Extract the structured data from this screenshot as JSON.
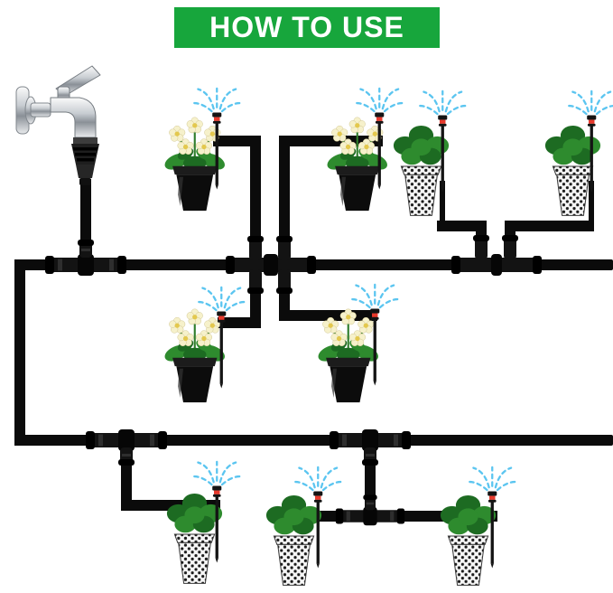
{
  "header": {
    "title": "HOW TO USE"
  },
  "colors": {
    "banner": "#17a63c",
    "background": "#ffffff",
    "tube": "#0b0b0b",
    "connector": "#131313",
    "spray": "#5bc5f0",
    "nozzle": "#e7392c",
    "leaf": "#2e8b2e",
    "leaf_dark": "#1d6b22",
    "flower": "#f6f1cb",
    "flower_center": "#e3c84e",
    "pot_black": "#0c0c0c",
    "pot_white": "#f7f7f7"
  },
  "icons": {
    "faucet-icon": "chrome wall tap with black hose adapter",
    "tee-connector-icon": "black barbed tee fitting",
    "cross-connector-icon": "black four-way barbed fitting",
    "dual-tee-connector-icon": "black double-outlet barbed fitting",
    "sprinkler-stake-icon": "drip irrigation misting nozzle on stake",
    "water-spray-icon": "blue dashed mist arcs",
    "flower-pot-icon": "cream flowers in black pot",
    "green-plant-pot-icon": "green plant in dotted white pot",
    "tubing-icon": "black distribution hose"
  }
}
